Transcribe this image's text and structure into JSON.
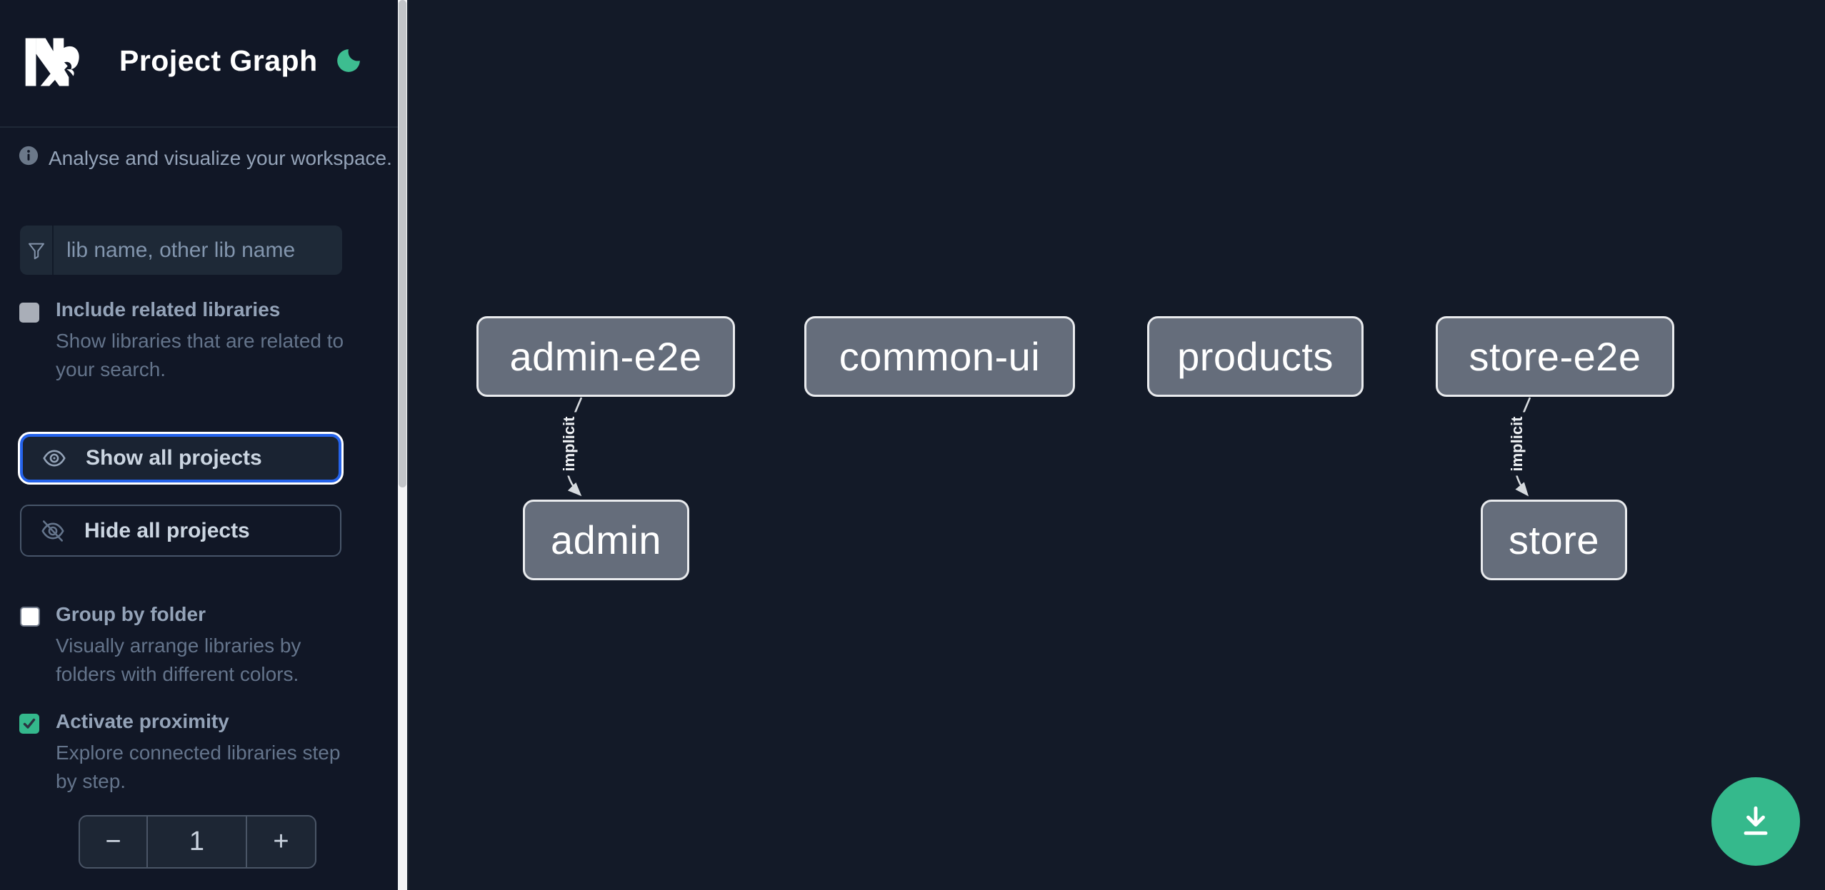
{
  "app": {
    "title": "Project Graph"
  },
  "colors": {
    "accent_green": "#34b88c",
    "focus_blue": "#2563eb",
    "node_fill": "#656d7b",
    "node_border": "#e9ebee",
    "edge": "#d6dade",
    "sidebar_bg": "#111726",
    "canvas_bg": "#131a28"
  },
  "sidebar": {
    "info_text": "Analyse and visualize your workspace.",
    "filter": {
      "placeholder": "lib name, other lib name"
    },
    "options": [
      {
        "label": "Include related libraries",
        "description": "Show libraries that are related to your search.",
        "checked": false
      },
      {
        "label": "Group by folder",
        "description": "Visually arrange libraries by folders with different colors.",
        "checked": false
      },
      {
        "label": "Activate proximity",
        "description": "Explore connected libraries step by step.",
        "checked": true
      }
    ],
    "actions": {
      "show_all": "Show all projects",
      "hide_all": "Hide all projects"
    },
    "stepper": {
      "decrement": "−",
      "value": "1",
      "increment": "+"
    }
  },
  "graph": {
    "nodes": [
      {
        "label": "admin-e2e"
      },
      {
        "label": "common-ui"
      },
      {
        "label": "products"
      },
      {
        "label": "store-e2e"
      },
      {
        "label": "admin"
      },
      {
        "label": "store"
      }
    ],
    "edges": [
      {
        "from": "admin-e2e",
        "to": "admin",
        "label": "implicit"
      },
      {
        "from": "store-e2e",
        "to": "store",
        "label": "implicit"
      }
    ]
  }
}
